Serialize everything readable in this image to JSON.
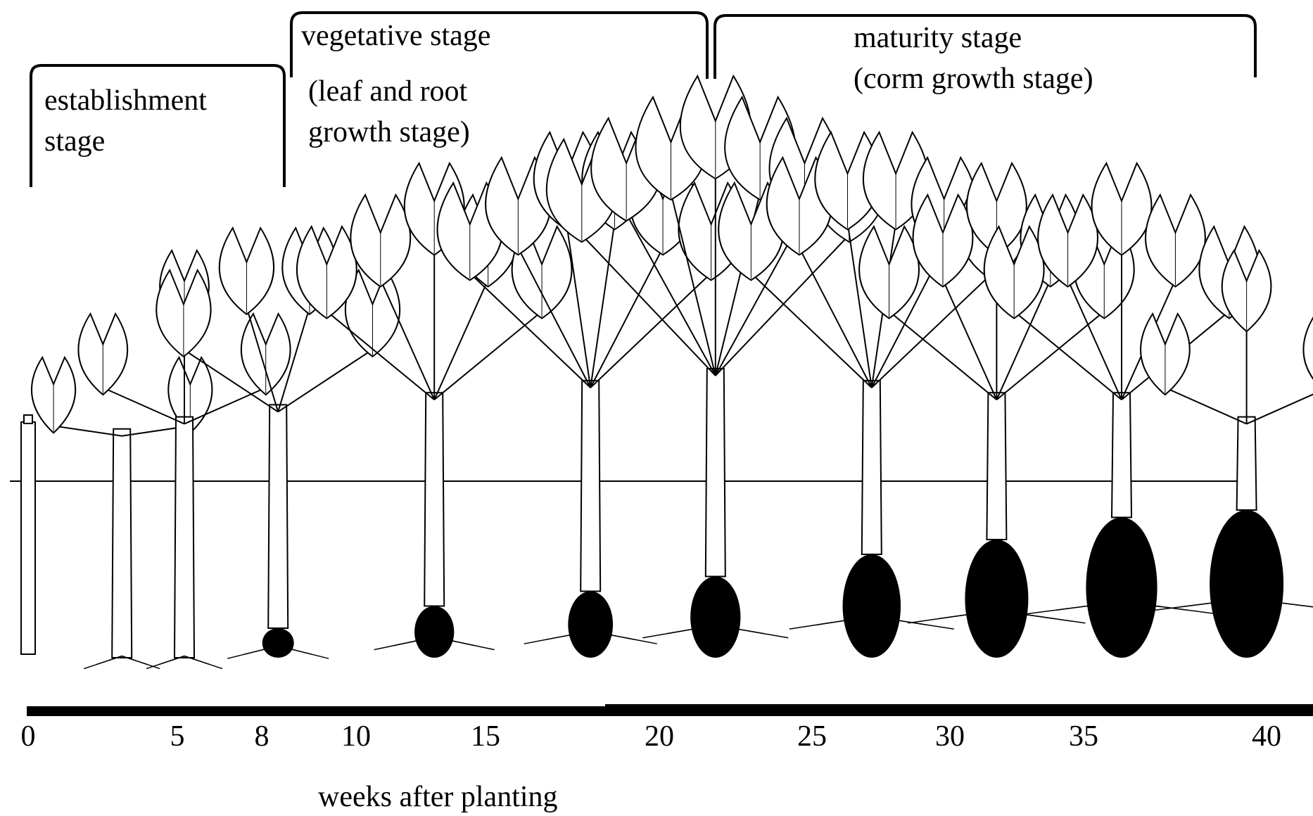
{
  "stages": [
    {
      "id": "establishment",
      "lines": [
        "establishment",
        "stage"
      ]
    },
    {
      "id": "vegetative",
      "lines": [
        "vegetative stage",
        "(leaf and root",
        "growth stage)"
      ]
    },
    {
      "id": "maturity",
      "lines": [
        "maturity stage",
        "(corm growth stage)"
      ]
    }
  ],
  "axis": {
    "caption": "weeks after planting",
    "ticks": [
      "0",
      "5",
      "8",
      "10",
      "15",
      "20",
      "25",
      "30",
      "35",
      "40"
    ]
  },
  "plants": [
    {
      "week": 0,
      "leaves": 0,
      "corm": 0
    },
    {
      "week": 3,
      "leaves": 2,
      "corm": 0
    },
    {
      "week": 5,
      "leaves": 3,
      "corm": 0
    },
    {
      "week": 8,
      "leaves": 4,
      "corm": 0.2
    },
    {
      "week": 13,
      "leaves": 5,
      "corm": 0.35
    },
    {
      "week": 18,
      "leaves": 6,
      "corm": 0.45
    },
    {
      "week": 22,
      "leaves": 7,
      "corm": 0.55
    },
    {
      "week": 27,
      "leaves": 6,
      "corm": 0.7
    },
    {
      "week": 31,
      "leaves": 5,
      "corm": 0.8
    },
    {
      "week": 35,
      "leaves": 5,
      "corm": 0.95
    },
    {
      "week": 39,
      "leaves": 3,
      "corm": 1.0
    }
  ],
  "colors": {
    "ink": "#000000",
    "paper": "#ffffff"
  }
}
